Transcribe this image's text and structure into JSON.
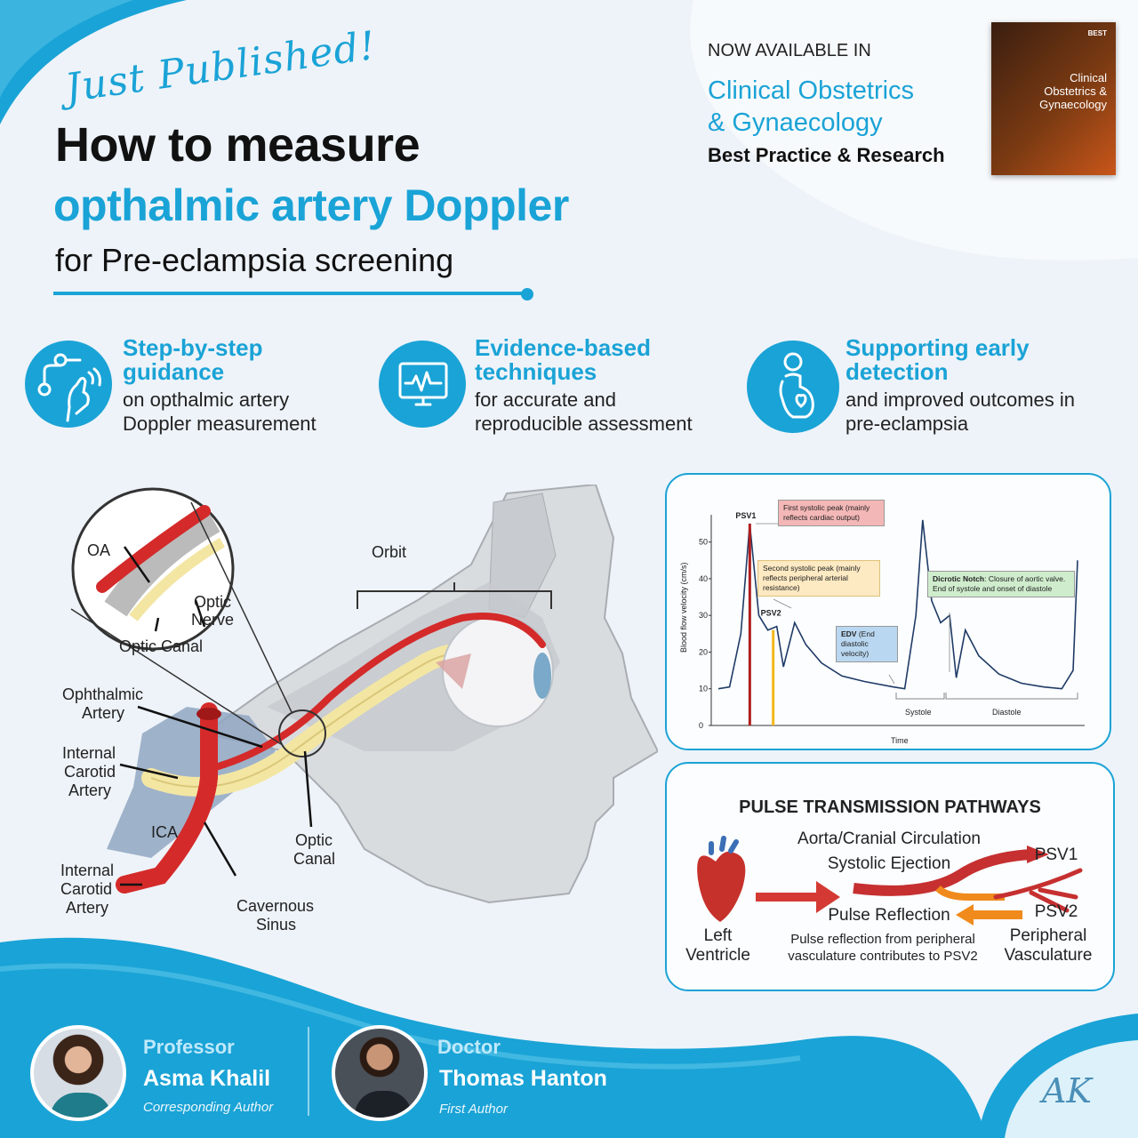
{
  "header": {
    "tagline": "Just Published!",
    "title_line1": "How to measure",
    "title_line2": "opthalmic artery Doppler",
    "title_line3": "for Pre-eclampsia screening"
  },
  "journal": {
    "availability": "NOW AVAILABLE IN",
    "name_line1": "Clinical Obstetrics",
    "name_line2": "& Gynaecology",
    "series": "Best Practice & Research",
    "cover_text_top": "BEST",
    "cover_line1": "Clinical",
    "cover_line2": "Obstetrics &",
    "cover_line3": "Gynaecology"
  },
  "features": [
    {
      "icon": "hand-probe-icon",
      "title_line1": "Step-by-step",
      "title_line2": "guidance",
      "desc_line1": "on opthalmic artery",
      "desc_line2": "Doppler measurement"
    },
    {
      "icon": "monitor-pulse-icon",
      "title_line1": "Evidence-based",
      "title_line2": "techniques",
      "desc_line1": "for accurate and",
      "desc_line2": "reproducible assessment"
    },
    {
      "icon": "pregnant-heart-icon",
      "title_line1": "Supporting early",
      "title_line2": "detection",
      "desc_line1": "and improved outcomes in",
      "desc_line2": "pre-eclampsia"
    }
  ],
  "anatomy": {
    "oa": "OA",
    "optic_nerve_1": "Optic",
    "optic_nerve_2": "Nerve",
    "optic_canal_inset": "Optic Canal",
    "orbit": "Orbit",
    "ophthalmic_1": "Ophthalmic",
    "ophthalmic_2": "Artery",
    "ica_upper_1": "Internal",
    "ica_upper_2": "Carotid",
    "ica_upper_3": "Artery",
    "ica": "ICA",
    "ica_lower_1": "Internal",
    "ica_lower_2": "Carotid",
    "ica_lower_3": "Artery",
    "optic_canal_1": "Optic",
    "optic_canal_2": "Canal",
    "cavernous_1": "Cavernous",
    "cavernous_2": "Sinus"
  },
  "chart_data": {
    "type": "line",
    "ylabel": "Blood flow velocity (cm/s)",
    "xlabel": "Time",
    "ylim": [
      0,
      55
    ],
    "yticks": [
      "0",
      "10",
      "20",
      "30",
      "40",
      "50"
    ],
    "labels": {
      "psv1": "PSV1",
      "psv2": "PSV2",
      "systole": "Systole",
      "diastole": "Diastole"
    },
    "annotations": {
      "first_peak": "First systolic peak (mainly reflects cardiac output)",
      "second_peak": "Second systolic peak (mainly reflects peripheral arterial resistance)",
      "edv_bold": "EDV",
      "edv_rest": " (End diastolic velocity)",
      "notch_bold": "Dicrotic Notch",
      "notch_rest": ": Closure of aortic valve. End of systole and onset of diastole"
    },
    "series": [
      {
        "values": [
          [
            0,
            10
          ],
          [
            0.5,
            10.5
          ],
          [
            1,
            25
          ],
          [
            1.4,
            55
          ],
          [
            1.8,
            30
          ],
          [
            2.2,
            26
          ],
          [
            2.6,
            27
          ],
          [
            2.9,
            16
          ],
          [
            3.4,
            28
          ],
          [
            3.9,
            22
          ],
          [
            4.6,
            17
          ],
          [
            5.5,
            13.5
          ],
          [
            6.5,
            12
          ],
          [
            7.8,
            10.5
          ],
          [
            8.3,
            10
          ],
          [
            8.8,
            30
          ],
          [
            9.1,
            56
          ],
          [
            9.5,
            34
          ],
          [
            9.9,
            28
          ],
          [
            10.3,
            30
          ],
          [
            10.6,
            13
          ],
          [
            11,
            26
          ],
          [
            11.6,
            19
          ],
          [
            12.5,
            14
          ],
          [
            13.5,
            11.5
          ],
          [
            14.5,
            10.5
          ],
          [
            15.3,
            10
          ],
          [
            15.8,
            15
          ],
          [
            16,
            45
          ]
        ]
      }
    ]
  },
  "pathways": {
    "title": "PULSE TRANSMISSION PATHWAYS",
    "aorta": "Aorta/Cranial Circulation",
    "systolic": "Systolic Ejection",
    "reflection": "Pulse Reflection",
    "psv1": "PSV1",
    "psv2": "PSV2",
    "lv_1": "Left",
    "lv_2": "Ventricle",
    "note_1": "Pulse reflection from peripheral",
    "note_2": "vasculature contributes to PSV2",
    "pv_1": "Peripheral",
    "pv_2": "Vasculature"
  },
  "authors": [
    {
      "role": "Professor",
      "name": "Asma Khalil",
      "title": "Corresponding Author"
    },
    {
      "role": "Doctor",
      "name": "Thomas Hanton",
      "title": "First Author"
    }
  ],
  "signature": "AK",
  "colors": {
    "accent": "#1aa3d6",
    "artery": "#d42a2a",
    "nerve": "#f3e6a3",
    "background": "#eef3f9"
  }
}
